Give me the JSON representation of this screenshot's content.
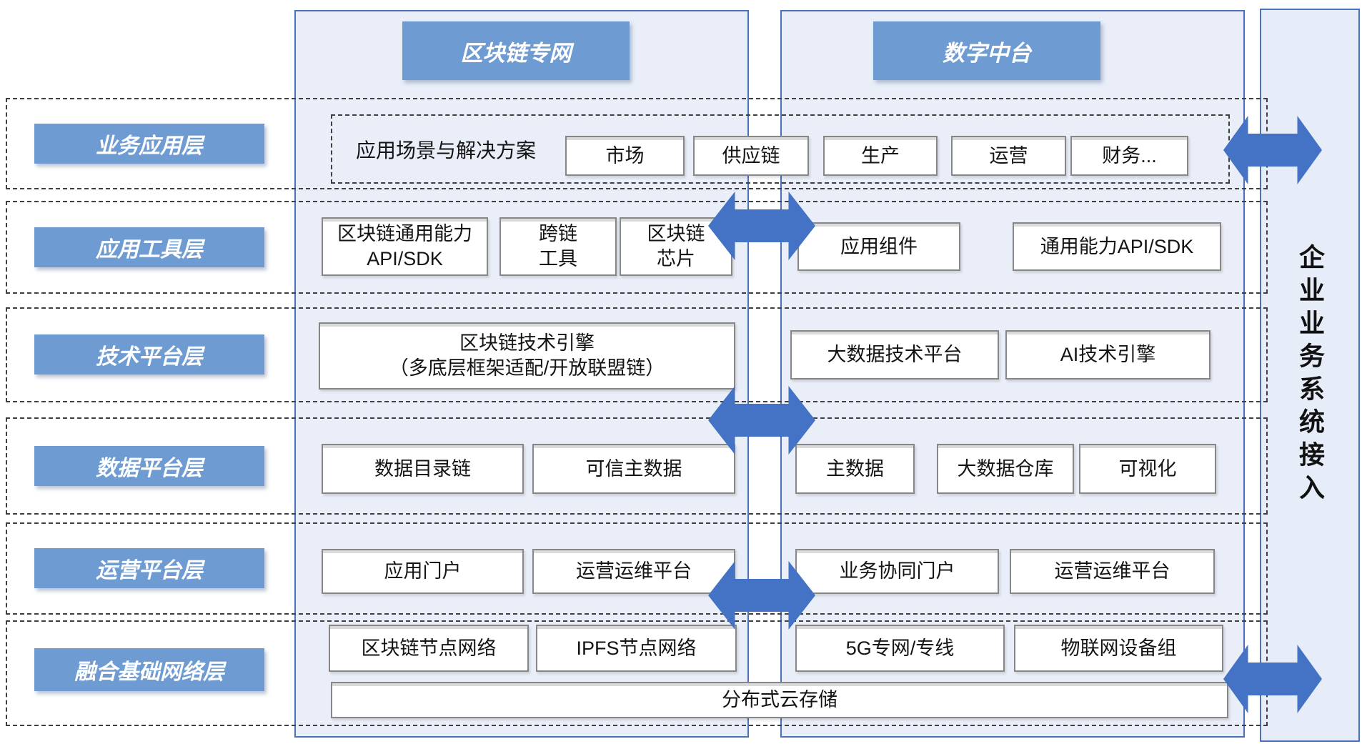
{
  "panels": {
    "blockchain_title": "区块链专网",
    "digital_title": "数字中台"
  },
  "sidebar": {
    "label": "企业业务系统接入"
  },
  "layers": {
    "l1": "业务应用层",
    "l2": "应用工具层",
    "l3": "技术平台层",
    "l4": "数据平台层",
    "l5": "运营平台层",
    "l6": "融合基础网络层"
  },
  "business_app": {
    "group_label": "应用场景与解决方案",
    "items": [
      "市场",
      "供应链",
      "生产",
      "运营",
      "财务..."
    ]
  },
  "app_tools": {
    "blockchain": [
      "区块链通用能力\nAPI/SDK",
      "跨链\n工具",
      "区块链\n芯片"
    ],
    "digital": [
      "应用组件",
      "通用能力API/SDK"
    ]
  },
  "tech_platform": {
    "blockchain": [
      "区块链技术引擎\n（多底层框架适配/开放联盟链）"
    ],
    "digital": [
      "大数据技术平台",
      "AI技术引擎"
    ]
  },
  "data_platform": {
    "blockchain": [
      "数据目录链",
      "可信主数据"
    ],
    "digital": [
      "主数据",
      "大数据仓库",
      "可视化"
    ]
  },
  "ops_platform": {
    "blockchain": [
      "应用门户",
      "运营运维平台"
    ],
    "digital": [
      "业务协同门户",
      "运营运维平台"
    ]
  },
  "network_layer": {
    "blockchain": [
      "区块链节点网络",
      "IPFS节点网络"
    ],
    "digital": [
      "5G专网/专线",
      "物联网设备组"
    ],
    "shared": "分布式云存储"
  },
  "colors": {
    "arrow_blue": "#4472c4",
    "label_blue": "#6e9bd2",
    "panel_fill": "#e9eef8",
    "panel_border": "#4a72b8",
    "box_border": "#878787",
    "dash": "#3f3f3f"
  }
}
